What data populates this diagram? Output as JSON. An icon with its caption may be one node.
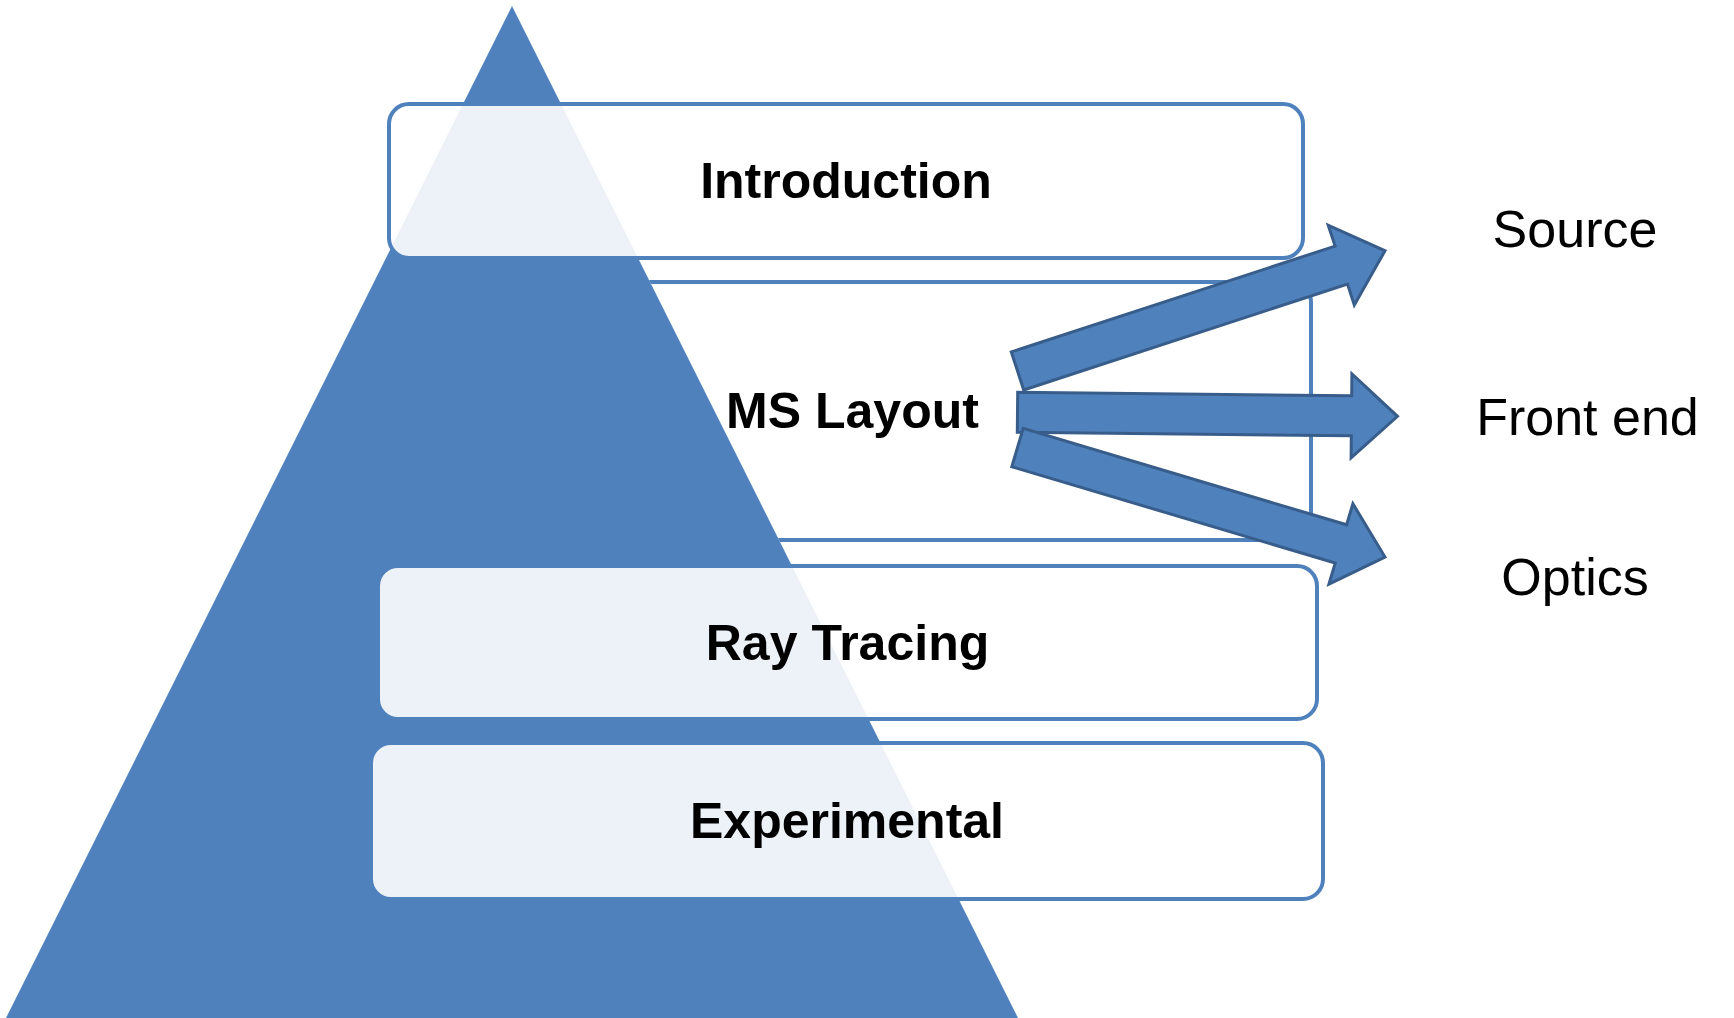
{
  "diagram": {
    "nodes": [
      {
        "text": [
          "Introduction"
        ]
      },
      {
        "text": [
          "MS Layout"
        ]
      },
      {
        "text": [
          "Ray Tracing"
        ]
      },
      {
        "text": [
          "Experimental"
        ]
      },
      {
        "text": [
          "Source"
        ]
      },
      {
        "text": [
          "Front end"
        ]
      },
      {
        "text": [
          "Optics"
        ]
      }
    ],
    "edges": [
      {
        "from": 1,
        "to": 4,
        "arrow": "to"
      },
      {
        "from": 1,
        "to": 5,
        "arrow": "to"
      },
      {
        "from": 1,
        "to": 6,
        "arrow": "to"
      }
    ]
  }
}
